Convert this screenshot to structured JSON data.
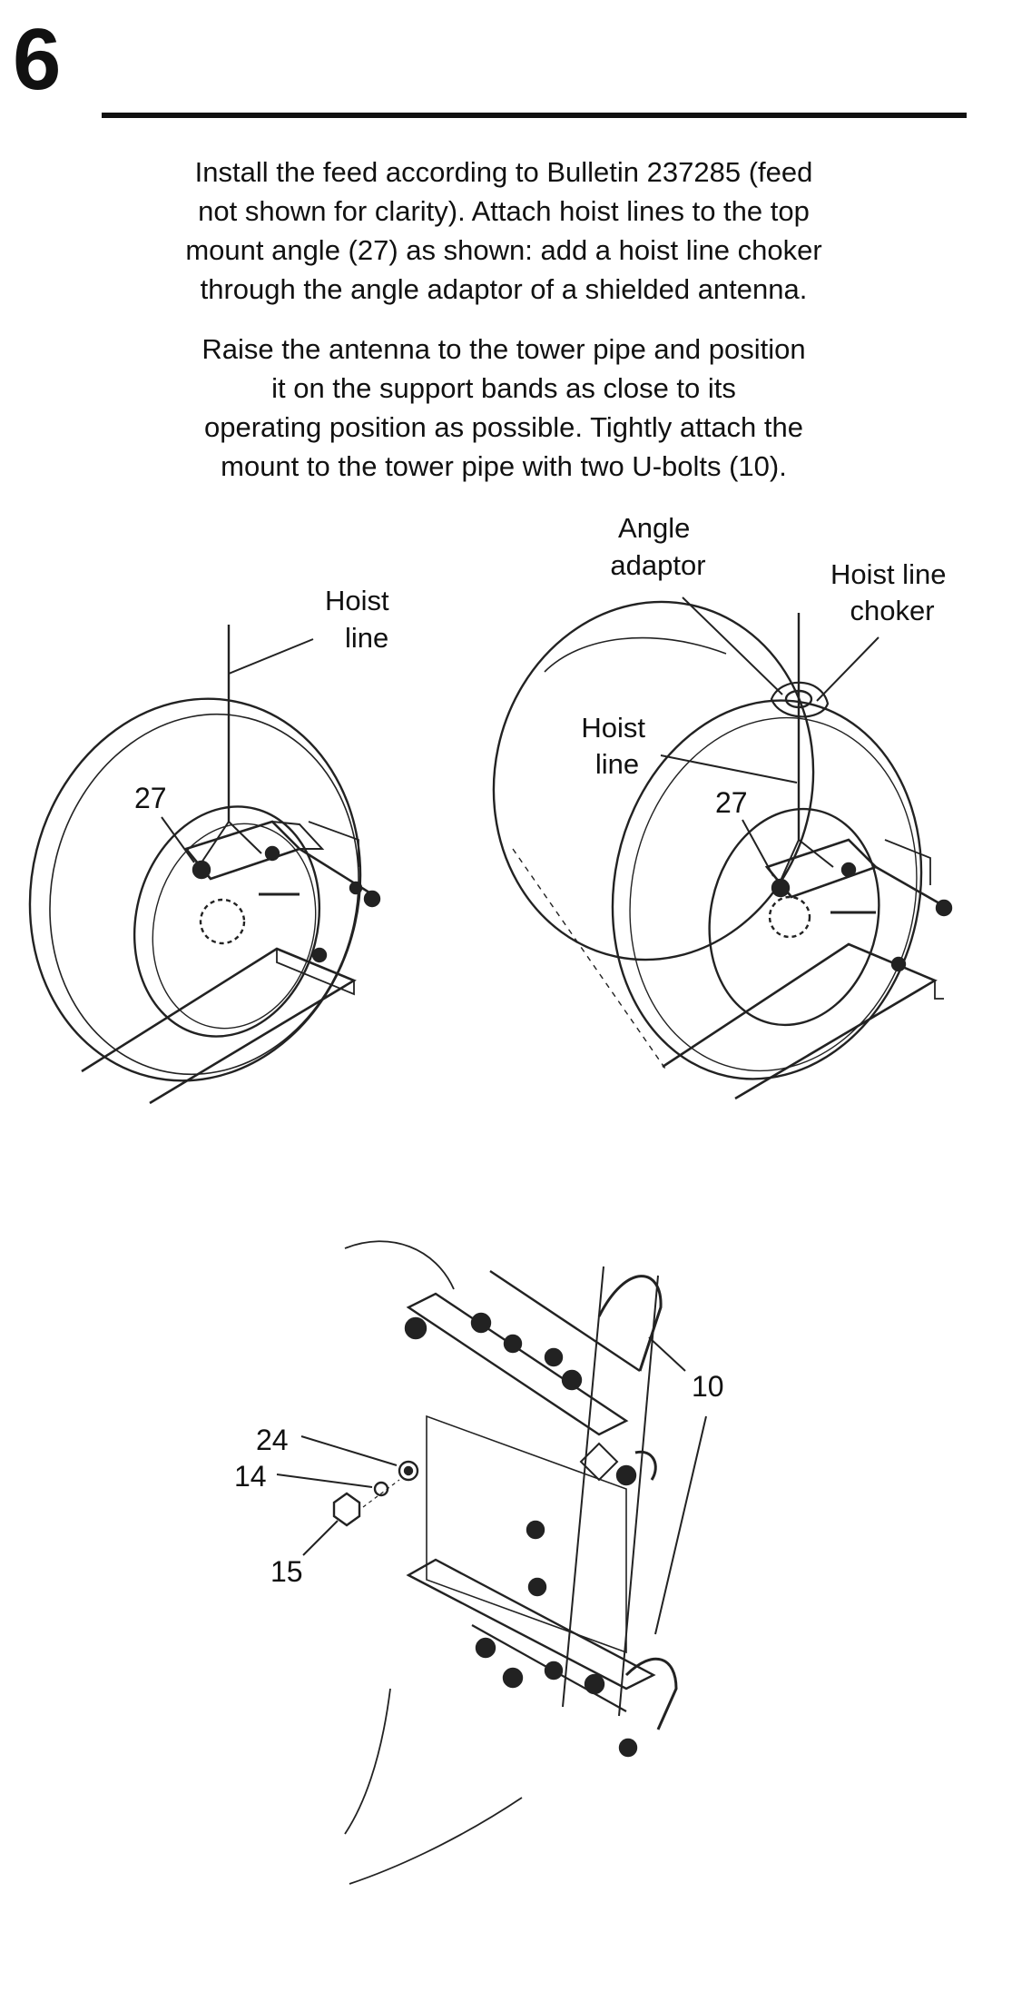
{
  "step": {
    "number": "6"
  },
  "instructions": {
    "paragraph1": [
      "Install the feed according to Bulletin 237285 (feed",
      "not shown for clarity). Attach hoist lines to the top",
      "mount angle (27) as shown: add a hoist line choker",
      "through the angle adaptor of a shielded antenna."
    ],
    "paragraph2": [
      "Raise the antenna to the tower pipe and position",
      "it on the support bands as close to its",
      "operating position as possible. Tightly attach the",
      "mount to the tower pipe with two U-bolts (10)."
    ]
  },
  "figure_left": {
    "hoist_line": [
      "Hoist",
      "line"
    ],
    "part_27": "27"
  },
  "figure_right": {
    "angle_adaptor": [
      "Angle",
      "adaptor"
    ],
    "hoist_line_choker": [
      "Hoist line",
      "choker"
    ],
    "hoist_line": [
      "Hoist",
      "line"
    ],
    "part_27": "27"
  },
  "figure_bottom": {
    "part_10": "10",
    "part_24": "24",
    "part_14": "14",
    "part_15": "15"
  }
}
